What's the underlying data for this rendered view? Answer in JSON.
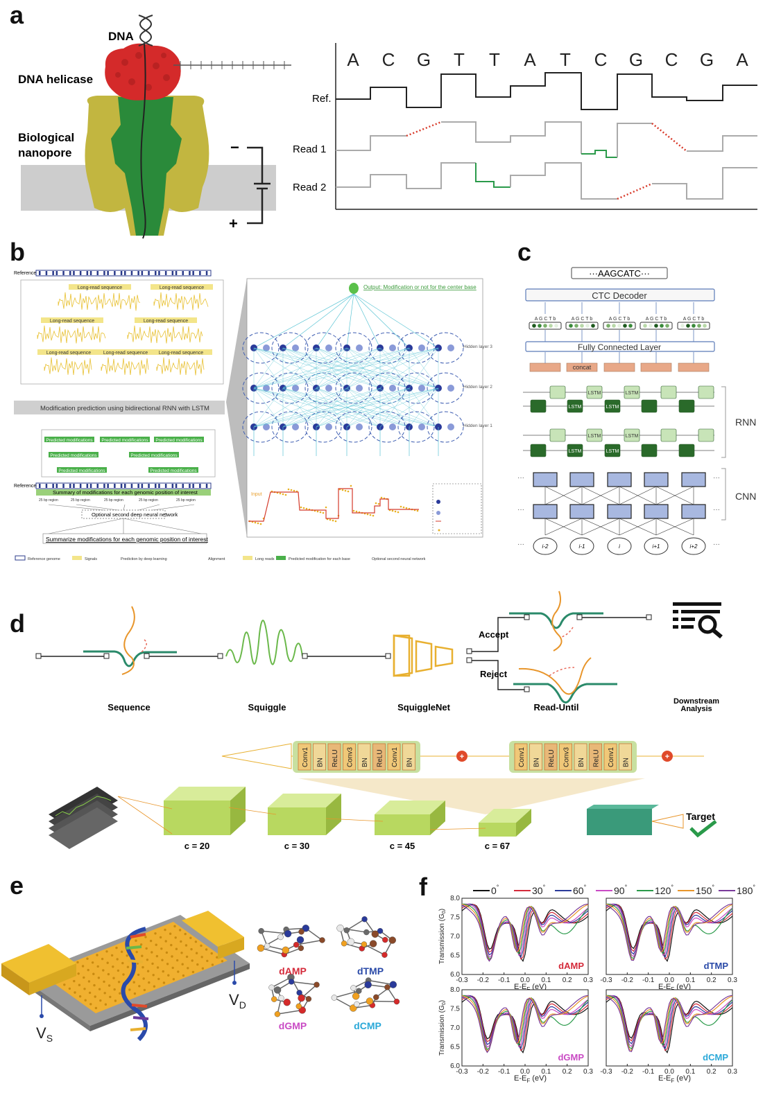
{
  "panel_labels": {
    "a": "a",
    "b": "b",
    "c": "c",
    "d": "d",
    "e": "e",
    "f": "f"
  },
  "panel_a": {
    "dna_label": "DNA",
    "helicase_label": "DNA helicase",
    "nanopore_label_1": "Biological",
    "nanopore_label_2": "nanopore",
    "minus": "−",
    "plus": "+",
    "bases": [
      "A",
      "C",
      "G",
      "T",
      "T",
      "A",
      "T",
      "C",
      "G",
      "C",
      "G",
      "A"
    ],
    "ref_label": "Ref.",
    "read1_label": "Read 1",
    "read2_label": "Read 2",
    "colors": {
      "helicase": "#d42a2a",
      "pore_outer": "#c2b640",
      "pore_inner": "#2a8a3a",
      "membrane": "#cccccc",
      "error_del": "#d83a2a",
      "error_sub": "#2a9a4a"
    }
  },
  "panel_b": {
    "reference": "Reference",
    "long_read": "Long-read sequence",
    "bar_text": "Modification prediction using bidirectional RNN with LSTM",
    "predicted": "Predicted modifications",
    "summary": "Summary of modifications for each genomic position of interest",
    "optional": "Optional second deep neural network",
    "summarize": "Summarize modifications for each genomic position of interest",
    "output": "Output: Modification or not for the center base",
    "hidden3": "Hidden layer 3",
    "hidden2": "Hidden layer 2",
    "hidden1": "Hidden layer 1",
    "input": "Input",
    "region": "25 bp region",
    "legend": [
      "Reference genome",
      "Signals",
      "Prediction by deep learning",
      "Alignment",
      "Long reads",
      "Predicted modification for each base",
      "Optional second neural network"
    ]
  },
  "panel_c": {
    "output_seq": "···AAGCATC···",
    "ctc": "CTC Decoder",
    "prob_letters": "A G C T b",
    "fc": "Fully Connected Layer",
    "concat": "concat",
    "lstm": "LSTM",
    "rnn": "RNN",
    "cnn": "CNN",
    "dots": "···",
    "inputs": [
      "i-2",
      "i-1",
      "i",
      "i+1",
      "i+2"
    ]
  },
  "panel_d": {
    "sequence": "Sequence",
    "squiggle": "Squiggle",
    "squigglenet": "SquiggleNet",
    "read_until": "Read-Until",
    "downstream_1": "Downstream",
    "downstream_2": "Analysis",
    "accept": "Accept",
    "reject": "Reject",
    "block": [
      "Conv1",
      "BN",
      "ReLU",
      "Conv3",
      "BN",
      "ReLU",
      "Conv1",
      "BN"
    ],
    "plus": "+",
    "channels": [
      "c = 20",
      "c = 30",
      "c = 45",
      "c = 67"
    ],
    "target": "Target"
  },
  "panel_e": {
    "vs": "V",
    "vs_sub": "S",
    "vd": "V",
    "vd_sub": "D",
    "molecules": [
      {
        "name": "dAMP",
        "color": "#d42a3a"
      },
      {
        "name": "dTMP",
        "color": "#2a4aa8"
      },
      {
        "name": "dGMP",
        "color": "#c94ac4"
      },
      {
        "name": "dCMP",
        "color": "#2aa8d8"
      }
    ]
  },
  "panel_f": {
    "legend": [
      {
        "angle": "0",
        "color": "#111111"
      },
      {
        "angle": "30",
        "color": "#d42a3a"
      },
      {
        "angle": "60",
        "color": "#2a3a9a"
      },
      {
        "angle": "90",
        "color": "#c94ac4"
      },
      {
        "angle": "120",
        "color": "#2a9a4a"
      },
      {
        "angle": "150",
        "color": "#e8952a"
      },
      {
        "angle": "180",
        "color": "#7a3a9a"
      }
    ],
    "ylabel": "Transmission (G",
    "ylabel_sub": "0",
    "xlabel": "E-E",
    "xlabel_sub": "F",
    "xlabel_unit": " (eV)",
    "yticks": [
      "6.0",
      "6.5",
      "7.0",
      "7.5",
      "8.0"
    ],
    "xticks": [
      "-0.3",
      "-0.2",
      "-0.1",
      "0.0",
      "0.1",
      "0.2",
      "0.3"
    ],
    "subplots": [
      {
        "name": "dAMP",
        "color": "#d42a3a"
      },
      {
        "name": "dTMP",
        "color": "#2a4aa8"
      },
      {
        "name": "dGMP",
        "color": "#c94ac4"
      },
      {
        "name": "dCMP",
        "color": "#2aa8d8"
      }
    ]
  }
}
